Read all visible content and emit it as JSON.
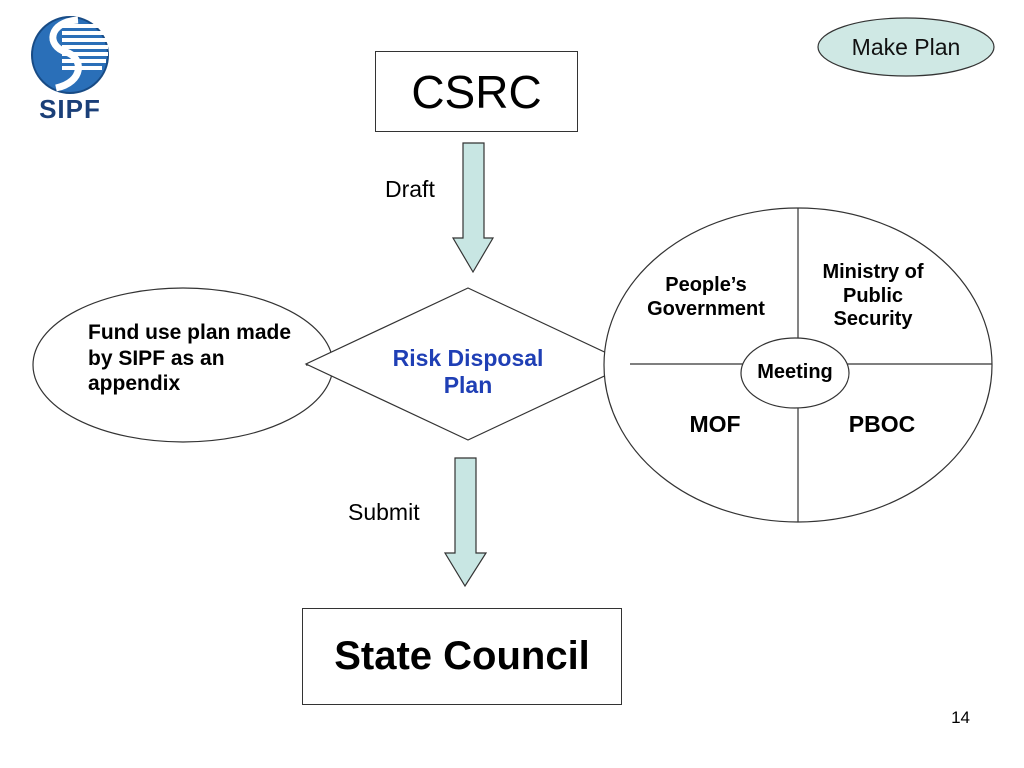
{
  "logo": {
    "text": "SIPF",
    "icon": "sipf-globe-logo"
  },
  "badge": {
    "label": "Make Plan",
    "fill": "#cfe8e4"
  },
  "nodes": {
    "csrc": "CSRC",
    "state_council": "State Council",
    "risk_plan": "Risk Disposal Plan",
    "fund_use": "Fund use plan made by SIPF as an appendix",
    "meeting": "Meeting",
    "peoples_gov": "People’s Government",
    "ministry_ps": "Ministry of Public Security",
    "mof": "MOF",
    "pboc": "PBOC"
  },
  "edges": {
    "draft": "Draft",
    "submit": "Submit"
  },
  "colors": {
    "arrow_fill": "#c8e6e3",
    "risk_text": "#1f3fb5",
    "logo_blue": "#1f5fa8"
  },
  "page_number": "14"
}
